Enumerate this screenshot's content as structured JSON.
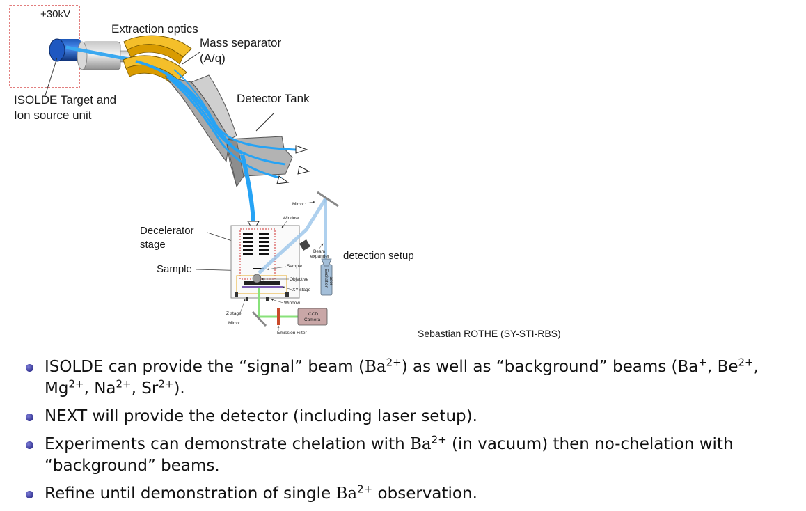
{
  "diagram": {
    "voltage_label": "+30kV",
    "extraction_optics_label": "Extraction optics",
    "mass_separator_label_line1": "Mass separator",
    "mass_separator_label_line2": "(A/q)",
    "target_label_line1": "ISOLDE Target and",
    "target_label_line2": "Ion source unit",
    "detector_tank_label": "Detector Tank",
    "decelerator_label_line1": "Decelerator",
    "decelerator_label_line2": "stage",
    "sample_label": "Sample",
    "detection_setup_label": "detection setup",
    "credit": "Sebastian ROTHE (SY-STI-RBS)",
    "inset": {
      "mirror_top": "Mirror",
      "window_top": "Window",
      "beam_expander_1": "Beam",
      "beam_expander_2": "expander",
      "sample": "Sample",
      "objective": "Objective",
      "xy_stage": "XY stage",
      "window_bottom": "Window",
      "z_stage": "Z stage",
      "mirror_bottom": "Mirror",
      "ccd_1": "CCD",
      "ccd_2": "Camera",
      "emission_filter": "Emission Filter",
      "excitation_1": "Excitation",
      "excitation_2": "laser"
    }
  },
  "bullets": [
    {
      "t1": "ISOLDE can provide the “signal” beam (",
      "m1": "Ba",
      "s1": "2+",
      "t2": ") as well as “background” beams (Ba",
      "s2": "+",
      "t3": ", Be",
      "s3": "2+",
      "t4": ", Mg",
      "s4": "2+",
      "t5": ", Na",
      "s5": "2+",
      "t6": ", Sr",
      "s6": "2+",
      "t7": ")."
    },
    {
      "t1": "NEXT will provide the detector (including laser setup)."
    },
    {
      "t1": "Experiments can demonstrate chelation with ",
      "m1": "Ba",
      "s1": "2+",
      "t2": " (in vacuum) then no-chelation with “background” beams."
    },
    {
      "t1": "Refine until demonstration of single ",
      "m1": "Ba",
      "s1": "2+",
      "t2": " observation."
    }
  ]
}
